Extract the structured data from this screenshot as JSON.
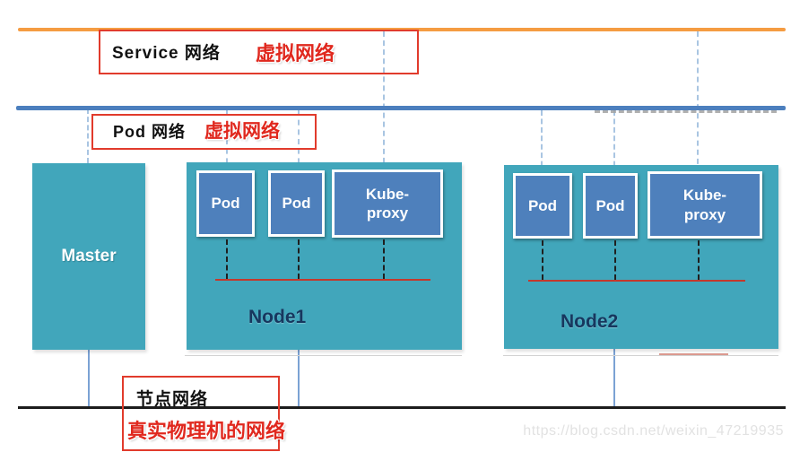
{
  "networks": {
    "service": {
      "label": "Service 网络",
      "annotation": "虚拟网络"
    },
    "pod": {
      "label": "Pod 网络",
      "annotation": "虚拟网络"
    },
    "node": {
      "label": "节点网络",
      "annotation": "真实物理机的网络"
    }
  },
  "master": {
    "label": "Master"
  },
  "nodes": [
    {
      "name": "Node1",
      "pods": [
        "Pod",
        "Pod"
      ],
      "proxy": "Kube-proxy"
    },
    {
      "name": "Node2",
      "pods": [
        "Pod",
        "Pod"
      ],
      "proxy": "Kube-proxy"
    }
  ],
  "watermark": "https://blog.csdn.net/weixin_47219935",
  "colors": {
    "service_line": "#F59C42",
    "pod_line": "#4C7FBE",
    "node_line": "#1C1C1C",
    "machine_box": "#41A6BB",
    "pod_box": "#4E80BC",
    "annotation_red": "#E0281E",
    "node_label_navy": "#17375E",
    "dashed_connector_blue": "#A9C5E2",
    "in_node_bus_red": "#C4382C"
  }
}
